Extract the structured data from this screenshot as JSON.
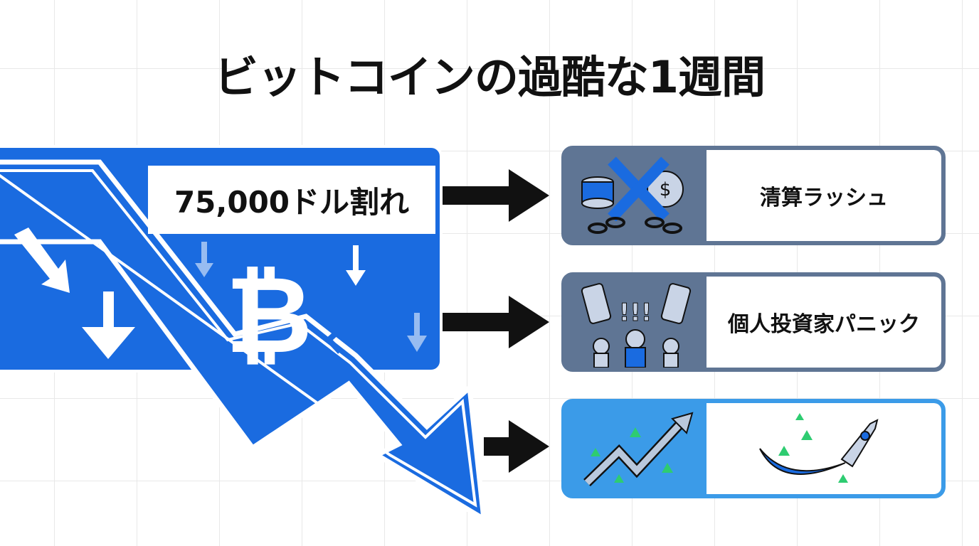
{
  "title": "ビットコインの過酷な1週間",
  "drop_label": "75,000ドル割れ",
  "cards": [
    {
      "label": "清算ラッシュ",
      "icon": "broken-chain-coins-icon"
    },
    {
      "label": "個人投資家パニック",
      "icon": "panicking-investors-icon"
    },
    {
      "label": "",
      "icon": "rising-chart-rocket-icon"
    }
  ],
  "colors": {
    "blue": "#1a6be0",
    "slate": "#5f7594",
    "light_blue": "#3b9be8",
    "green": "#2ecc71"
  }
}
